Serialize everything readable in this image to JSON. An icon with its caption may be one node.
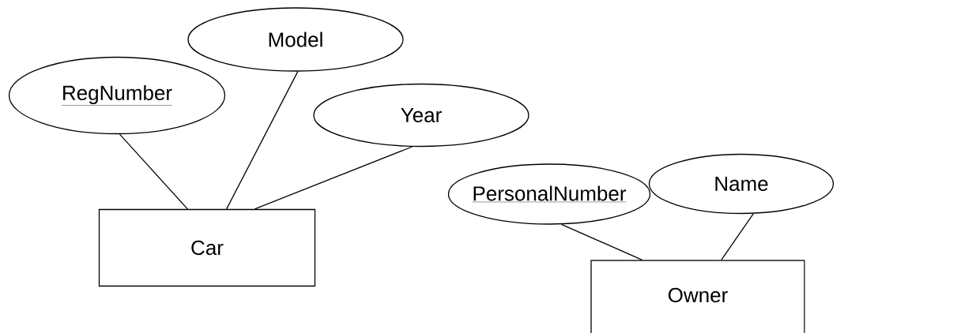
{
  "diagram": {
    "nodes": [
      {
        "text": [
          "Model"
        ]
      },
      {
        "text": [
          "RegNumber"
        ]
      },
      {
        "text": [
          "Year"
        ]
      },
      {
        "text": [
          "Car"
        ]
      },
      {
        "text": [
          "PersonalNumber"
        ]
      },
      {
        "text": [
          "Name"
        ]
      },
      {
        "text": [
          "Owner"
        ]
      }
    ],
    "edges": [
      {
        "from": 1,
        "to": 3,
        "arrow": "none"
      },
      {
        "from": 0,
        "to": 3,
        "arrow": "none"
      },
      {
        "from": 2,
        "to": 3,
        "arrow": "none"
      },
      {
        "from": 4,
        "to": 6,
        "arrow": "none"
      },
      {
        "from": 5,
        "to": 6,
        "arrow": "none"
      }
    ]
  }
}
